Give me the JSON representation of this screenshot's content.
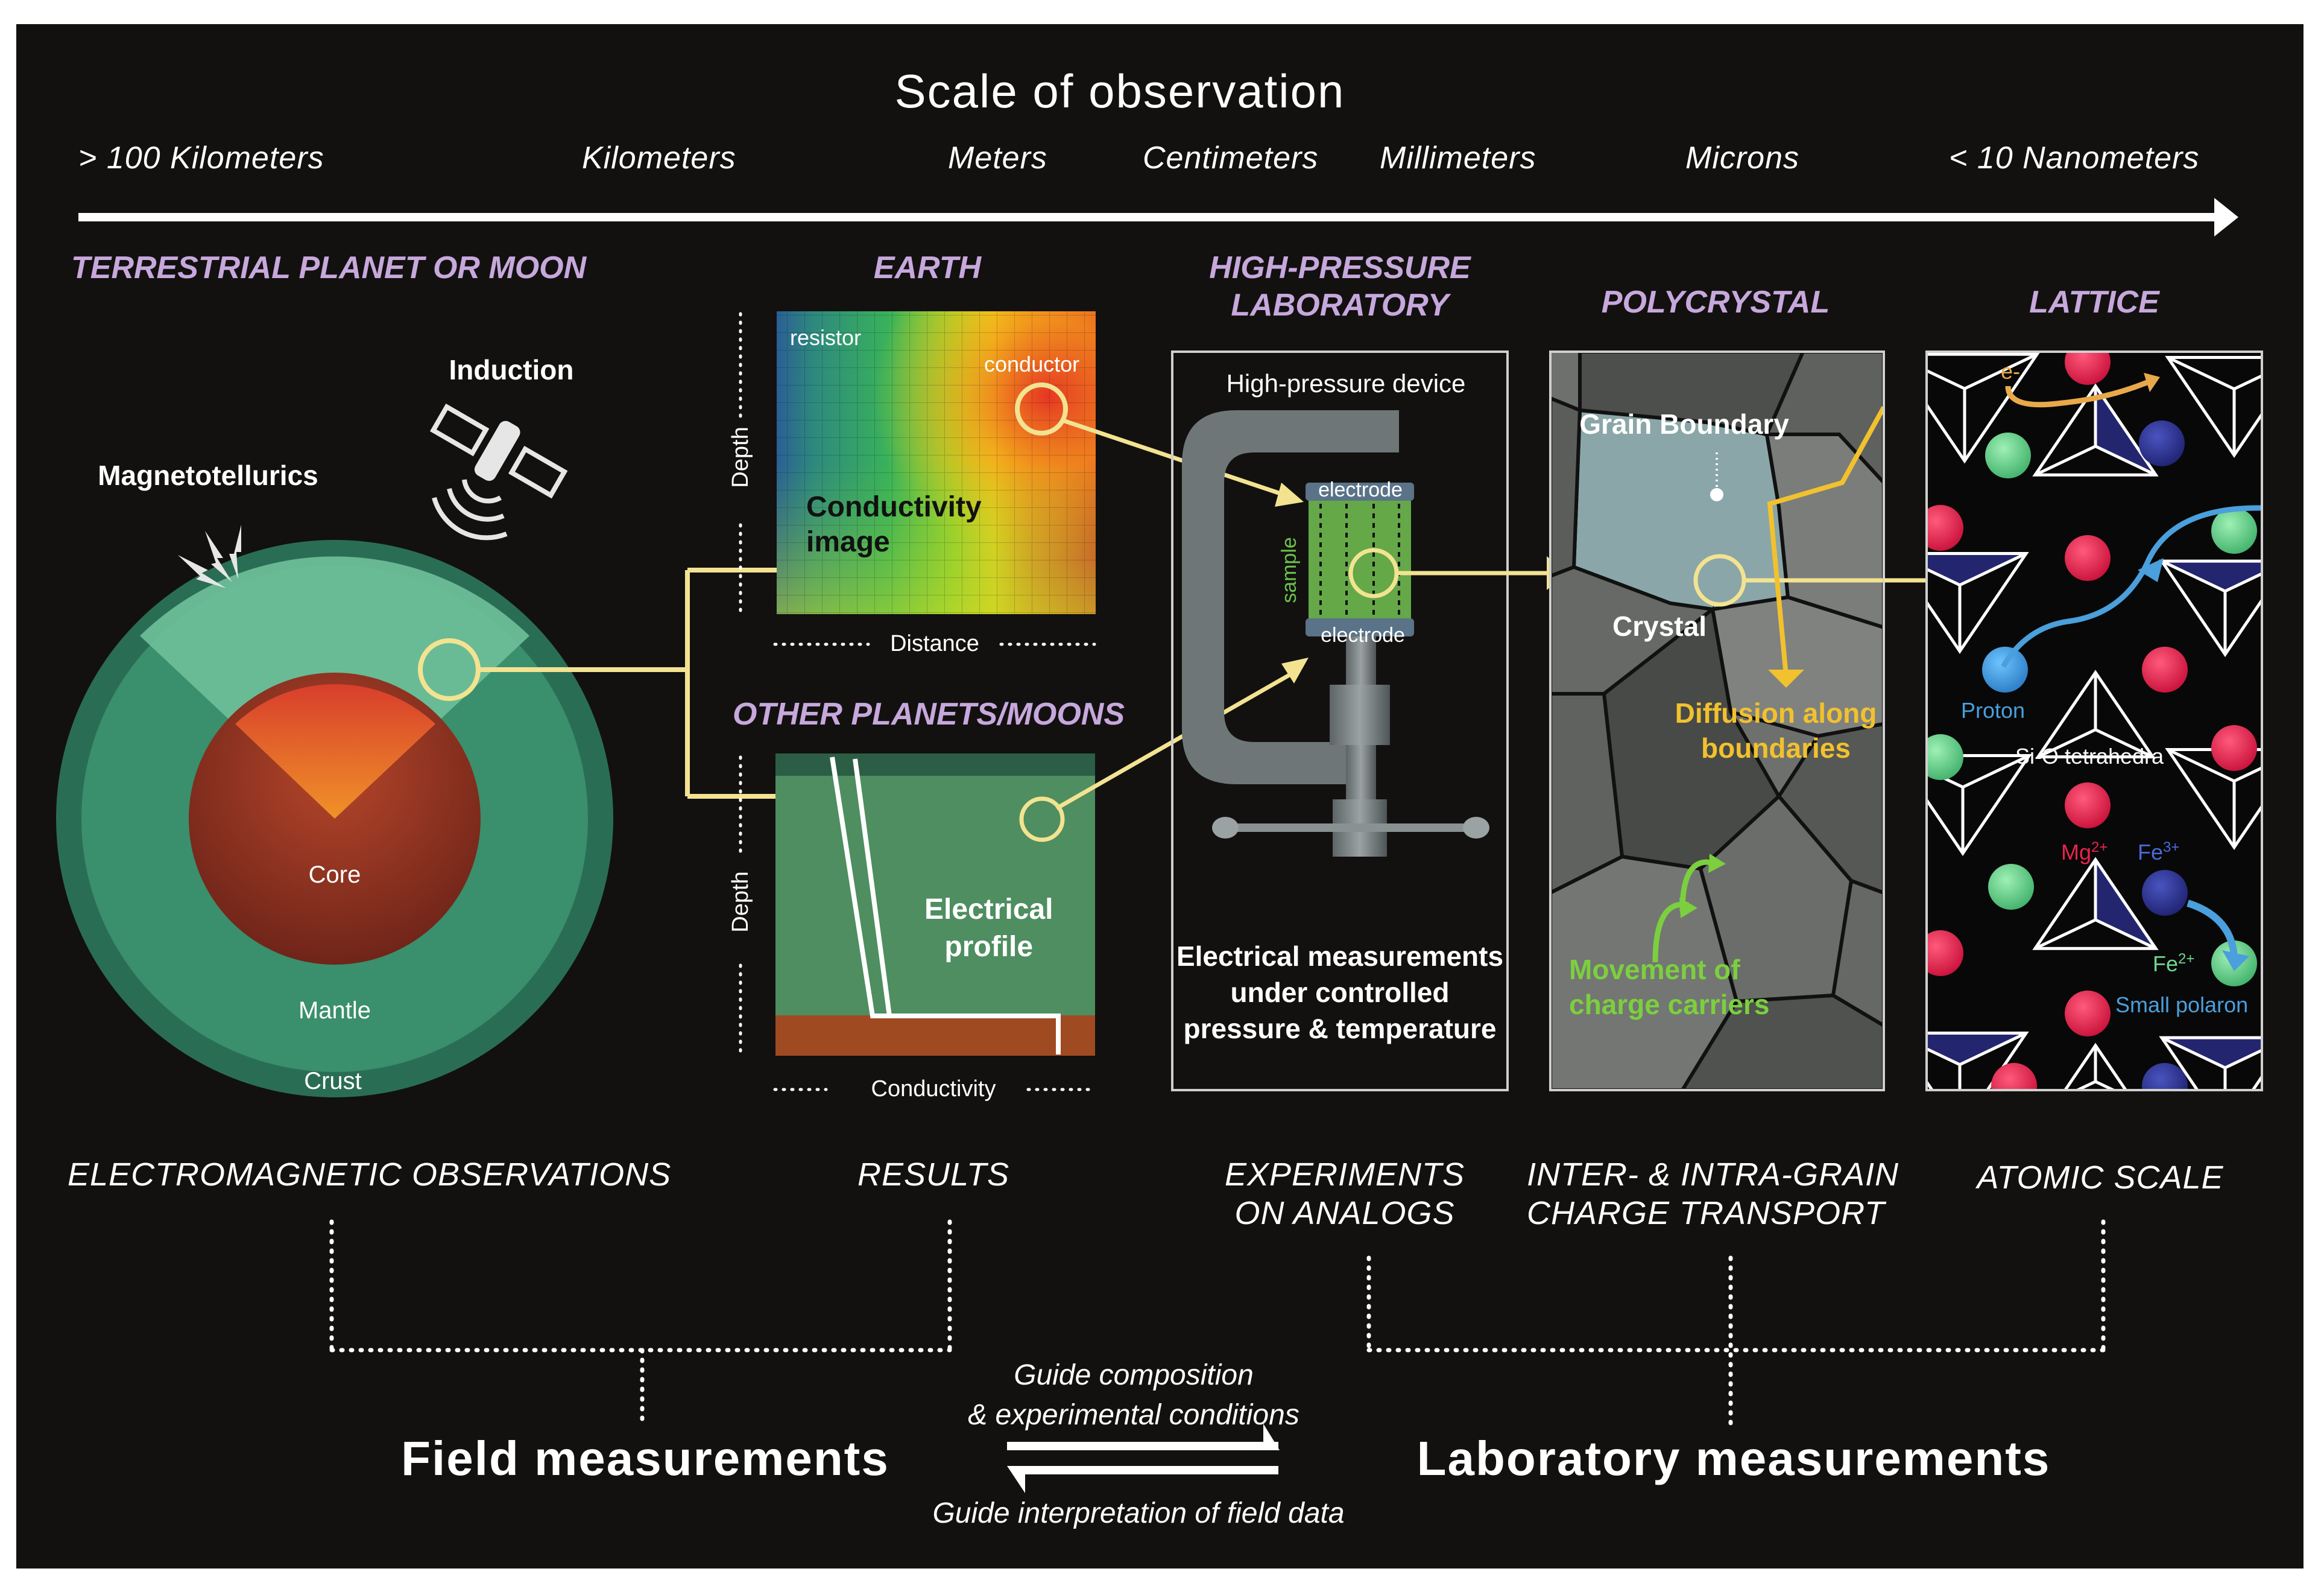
{
  "title": "Scale of observation",
  "scale_labels": [
    "> 100 Kilometers",
    "Kilometers",
    "Meters",
    "Centimeters",
    "Millimeters",
    "Microns",
    "< 10 Nanometers"
  ],
  "headings": {
    "planet": "TERRESTRIAL PLANET OR MOON",
    "earth": "EARTH",
    "lab_line1": "HIGH-PRESSURE",
    "lab_line2": "LABORATORY",
    "polycrystal": "POLYCRYSTAL",
    "lattice": "LATTICE",
    "other": "OTHER PLANETS/MOONS"
  },
  "planet": {
    "induction": "Induction",
    "magnetotellurics": "Magnetotellurics",
    "core": "Core",
    "mantle": "Mantle",
    "crust": "Crust",
    "satellite_icon": "satellite-icon",
    "lightning_icon": "lightning-icon"
  },
  "earth_panel": {
    "resistor": "resistor",
    "conductor": "conductor",
    "image_line1": "Conductivity",
    "image_line2": "image",
    "y_axis": "Depth",
    "x_axis": "Distance"
  },
  "other_panel": {
    "profile_line1": "Electrical",
    "profile_line2": "profile",
    "y_axis": "Depth",
    "x_axis": "Conductivity"
  },
  "lab_panel": {
    "device": "High-pressure device",
    "electrode_top": "electrode",
    "electrode_bottom": "electrode",
    "sample": "sample",
    "caption_line1": "Electrical measurements",
    "caption_line2": "under controlled",
    "caption_line3": "pressure & temperature"
  },
  "poly_panel": {
    "grain_boundary": "Grain Boundary",
    "crystal": "Crystal",
    "diffusion_line1": "Diffusion along",
    "diffusion_line2": "boundaries",
    "movement_line1": "Movement of",
    "movement_line2": "charge carriers"
  },
  "lattice_panel": {
    "electron": "e-",
    "proton": "Proton",
    "tetrahedra": "Si-O tetrahedra",
    "mg": "Mg",
    "mg_charge": "2+",
    "fe3": "Fe",
    "fe3_charge": "3+",
    "fe2": "Fe",
    "fe2_charge": "2+",
    "polaron": "Small polaron"
  },
  "bottom_labels": {
    "em": "ELECTROMAGNETIC OBSERVATIONS",
    "results": "RESULTS",
    "experiments_line1": "EXPERIMENTS",
    "experiments_line2": "ON ANALOGS",
    "grain_line1": "INTER- & INTRA-GRAIN",
    "grain_line2": "CHARGE TRANSPORT",
    "atomic": "ATOMIC SCALE"
  },
  "footer": {
    "field": "Field measurements",
    "lab": "Laboratory measurements",
    "guide_top_line1": "Guide composition",
    "guide_top_line2": "& experimental conditions",
    "guide_bottom": "Guide interpretation of field data"
  },
  "colors": {
    "background": "#121110",
    "heading": "#c7a8dc",
    "connector": "#f3e391",
    "diffusion": "#f2c12e",
    "movement": "#7ccf3f",
    "proton": "#4a9fdc",
    "electron": "#e9a94a",
    "mg": "#e8234d",
    "fe2": "#6fd68e",
    "fe3": "#2a2f8a"
  }
}
